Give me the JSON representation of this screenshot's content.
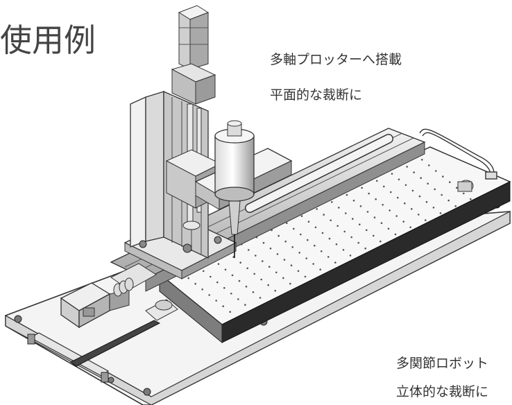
{
  "slide": {
    "title": "使用例",
    "captions": {
      "plotter_line1": "多軸プロッターへ搭載",
      "plotter_line2": "平面的な裁断に",
      "robot_line1": "多関節ロボット",
      "robot_line2": "立体的な裁断に"
    }
  }
}
